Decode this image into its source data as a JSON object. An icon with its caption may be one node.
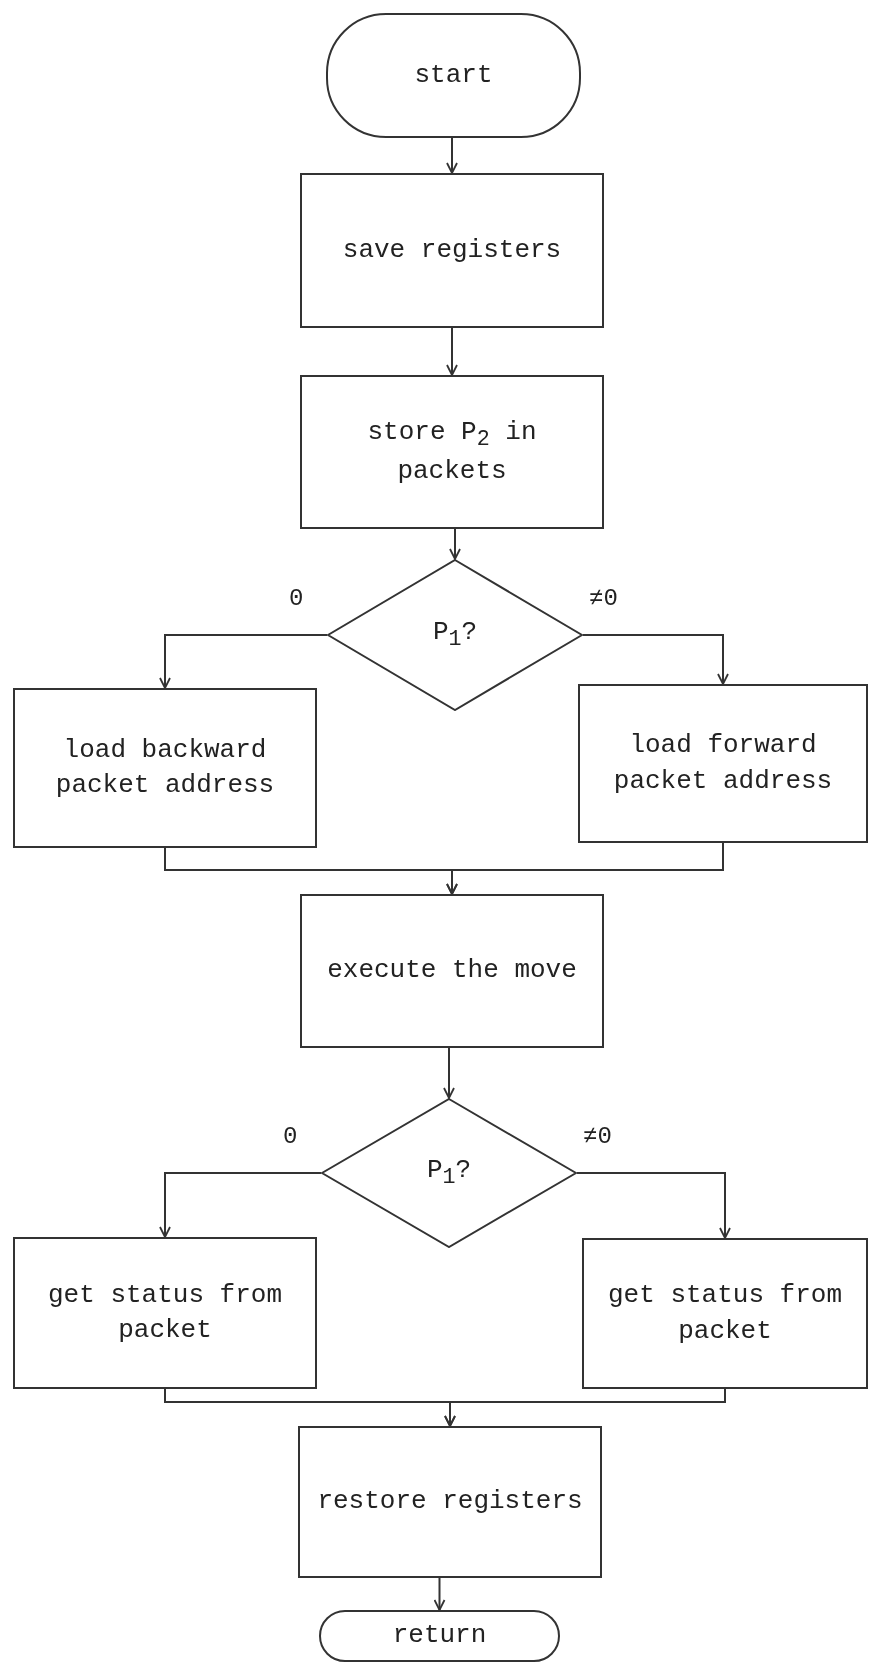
{
  "diagram": {
    "nodes": [
      {
        "text": [
          "start"
        ]
      },
      {
        "text": [
          "save registers"
        ]
      },
      {
        "text": [
          "store P$_{2}$ in packets"
        ]
      },
      {
        "text": [
          "P$_{1}$?"
        ]
      },
      {
        "text": [
          "load backward packet address"
        ]
      },
      {
        "text": [
          "load forward packet address"
        ]
      },
      {
        "text": [
          "execute the move"
        ]
      },
      {
        "text": [
          "P$_{1}$?"
        ]
      },
      {
        "text": [
          "get status from packet"
        ]
      },
      {
        "text": [
          "get status from packet"
        ]
      },
      {
        "text": [
          "restore registers"
        ]
      },
      {
        "text": [
          "return"
        ]
      }
    ],
    "edges": [
      {
        "from": 0,
        "to": 1,
        "arrow": "to"
      },
      {
        "from": 1,
        "to": 2,
        "arrow": "to"
      },
      {
        "from": 2,
        "to": 3,
        "arrow": "to"
      },
      {
        "from": 3,
        "to": 4,
        "arrow": "to",
        "label": "0"
      },
      {
        "from": 3,
        "to": 5,
        "arrow": "to",
        "label": "≠0"
      },
      {
        "from": 4,
        "to": 6,
        "arrow": "to"
      },
      {
        "from": 5,
        "to": 6,
        "arrow": "to"
      },
      {
        "from": 6,
        "to": 7,
        "arrow": "to"
      },
      {
        "from": 7,
        "to": 8,
        "arrow": "to",
        "label": "0"
      },
      {
        "from": 7,
        "to": 9,
        "arrow": "to",
        "label": "≠0"
      },
      {
        "from": 8,
        "to": 10,
        "arrow": "to"
      },
      {
        "from": 9,
        "to": 10,
        "arrow": "to"
      },
      {
        "from": 10,
        "to": 11,
        "arrow": "to"
      }
    ]
  }
}
